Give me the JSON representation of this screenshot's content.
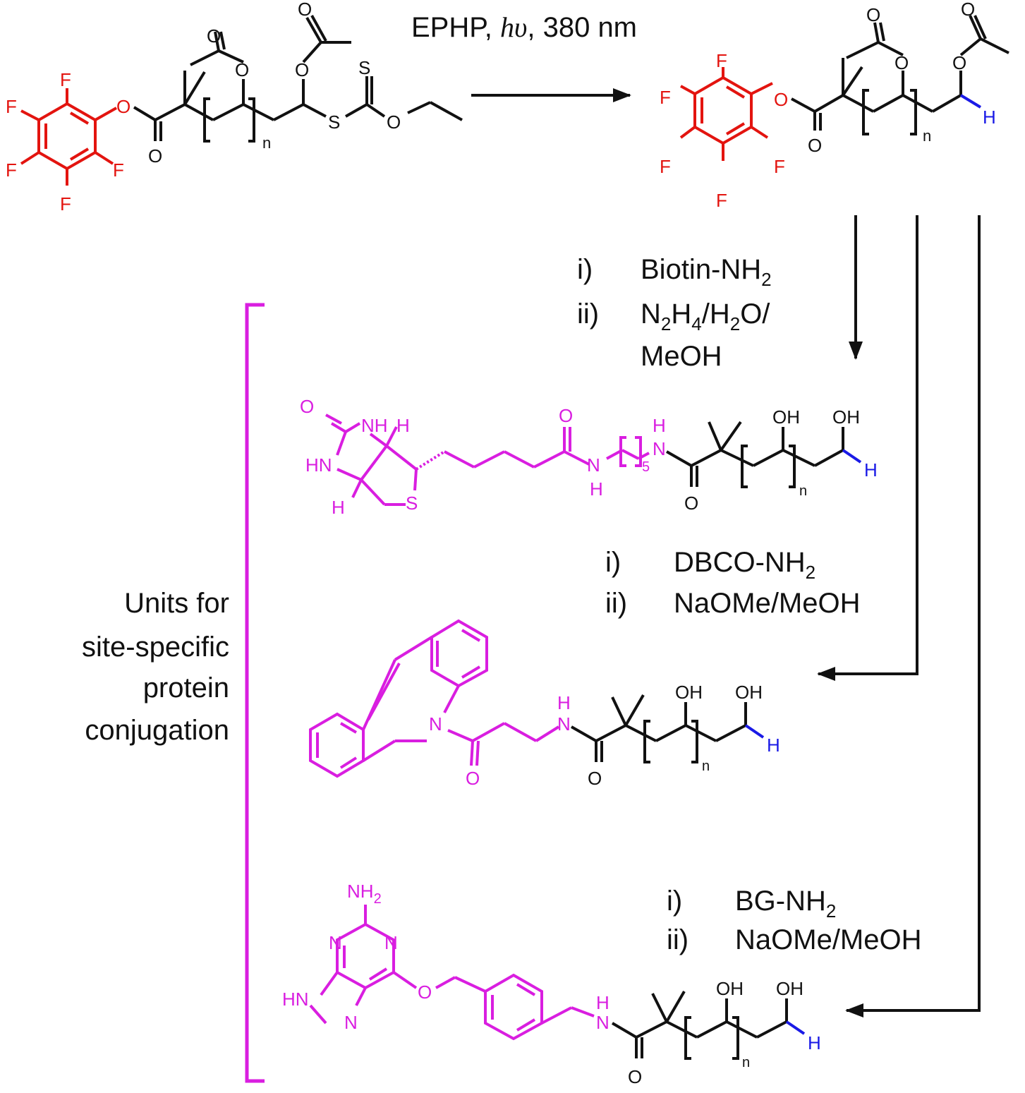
{
  "colors": {
    "black": "#111111",
    "red": "#e3140f",
    "magenta": "#d91ee0",
    "blue": "#1a1ae6"
  },
  "top_reaction": {
    "conditions_prefix": "EPHP, ",
    "conditions_italic": "hυ",
    "conditions_suffix": ", 380 nm"
  },
  "step_biotin": {
    "i_label": "i)",
    "i_reagent": "Biotin-NH",
    "i_sub": "2",
    "ii_label": "ii)",
    "ii_line1_a": "N",
    "ii_line1_sub1": "2",
    "ii_line1_b": "H",
    "ii_line1_sub2": "4",
    "ii_line1_c": "/H",
    "ii_line1_sub3": "2",
    "ii_line1_d": "O/",
    "ii_line2": "MeOH"
  },
  "step_dbco": {
    "i_label": "i)",
    "i_reagent": "DBCO-NH",
    "i_sub": "2",
    "ii_label": "ii)",
    "ii_reagent": "NaOMe/MeOH"
  },
  "step_bg": {
    "i_label": "i)",
    "i_reagent": "BG-NH",
    "i_sub": "2",
    "ii_label": "ii)",
    "ii_reagent": "NaOMe/MeOH"
  },
  "bracket_label": [
    "Units for",
    "site-specific",
    "protein",
    "conjugation"
  ],
  "atoms": {
    "F": "F",
    "O": "O",
    "S": "S",
    "H": "H",
    "N": "N",
    "NH": "NH",
    "HN": "HN",
    "OH": "OH",
    "n": "n",
    "five": "5",
    "NH2": "NH",
    "two": "2"
  }
}
